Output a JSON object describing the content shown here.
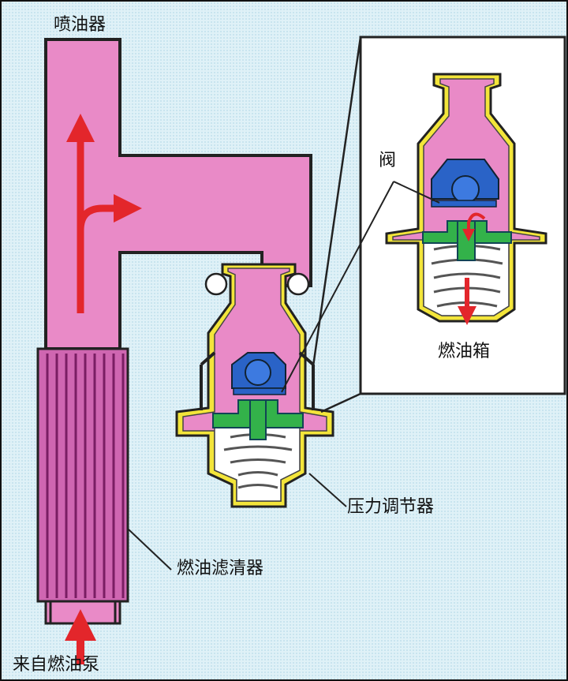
{
  "labels": {
    "injector": "喷油器",
    "valve": "阀",
    "fuel_tank": "燃油箱",
    "pressure_regulator": "压力调节器",
    "fuel_filter": "燃油滤清器",
    "from_pump": "来自燃油泵"
  },
  "colors": {
    "background": "#dff1f7",
    "fuel": "#e98ac7",
    "arrow": "#e3262b",
    "valve": "#2a63c7",
    "seat": "#33b24a",
    "housing": "#f3e53a"
  }
}
